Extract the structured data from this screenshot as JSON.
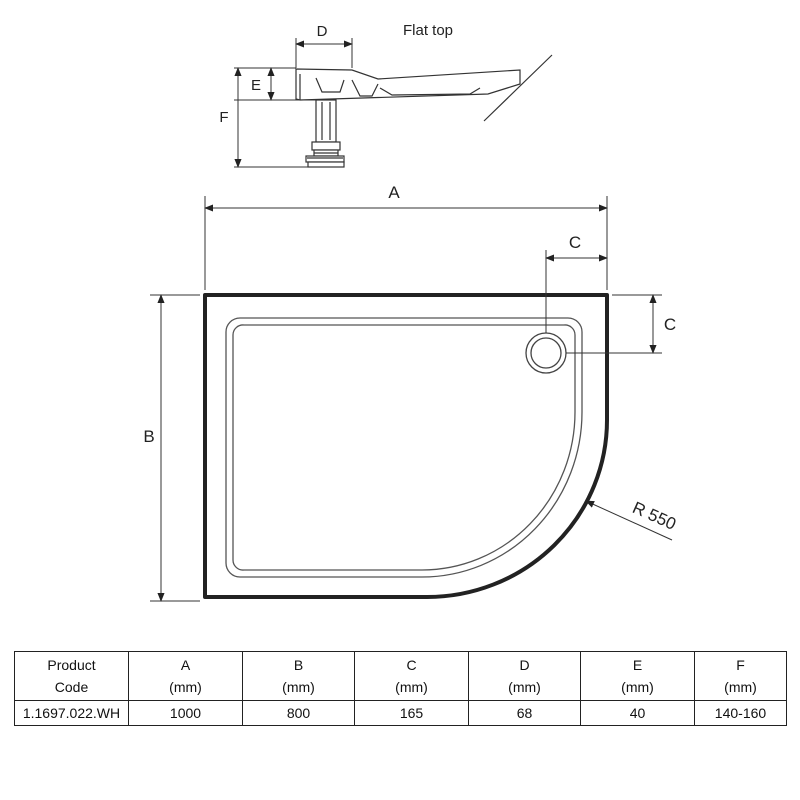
{
  "side_view": {
    "caption": "Flat top",
    "labels": {
      "d": "D",
      "e": "E",
      "f": "F"
    }
  },
  "plan_view": {
    "labels": {
      "a": "A",
      "b": "B",
      "c_top": "C",
      "c_side": "C",
      "radius": "R 550"
    }
  },
  "spec_table": {
    "headers": [
      {
        "line1": "Product",
        "line2": "Code"
      },
      {
        "line1": "A",
        "line2": "(mm)"
      },
      {
        "line1": "B",
        "line2": "(mm)"
      },
      {
        "line1": "C",
        "line2": "(mm)"
      },
      {
        "line1": "D",
        "line2": "(mm)"
      },
      {
        "line1": "E",
        "line2": "(mm)"
      },
      {
        "line1": "F",
        "line2": "(mm)"
      }
    ],
    "rows": [
      [
        "1.1697.022.WH",
        "1000",
        "800",
        "165",
        "68",
        "40",
        "140-160"
      ]
    ]
  }
}
